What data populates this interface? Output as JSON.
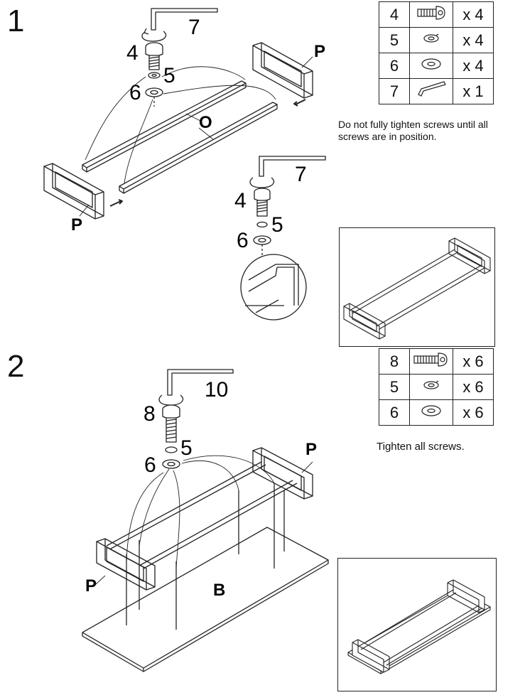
{
  "step1": {
    "number": "1",
    "callouts": {
      "wrench": "7",
      "screw": "4",
      "lock_washer": "5",
      "washer": "6",
      "leg_left": "P",
      "leg_right": "P",
      "rails": "O"
    },
    "detail_callouts": {
      "wrench": "7",
      "screw": "4",
      "lock_washer": "5",
      "washer": "6"
    },
    "parts": [
      {
        "num": "4",
        "icon": "screw-icon",
        "qty": "x 4"
      },
      {
        "num": "5",
        "icon": "lock-washer-icon",
        "qty": "x 4"
      },
      {
        "num": "6",
        "icon": "washer-icon",
        "qty": "x 4"
      },
      {
        "num": "7",
        "icon": "allen-key-icon",
        "qty": "x 1"
      }
    ],
    "note": "Do not fully tighten screws until all screws are in position."
  },
  "step2": {
    "number": "2",
    "callouts": {
      "wrench": "10",
      "screw": "8",
      "lock_washer": "5",
      "washer": "6",
      "leg_right": "P",
      "leg_left": "P",
      "board": "B"
    },
    "parts": [
      {
        "num": "8",
        "icon": "screw-icon",
        "qty": "x 6"
      },
      {
        "num": "5",
        "icon": "lock-washer-icon",
        "qty": "x 6"
      },
      {
        "num": "6",
        "icon": "washer-icon",
        "qty": "x 6"
      }
    ],
    "note": "Tighten all screws."
  }
}
